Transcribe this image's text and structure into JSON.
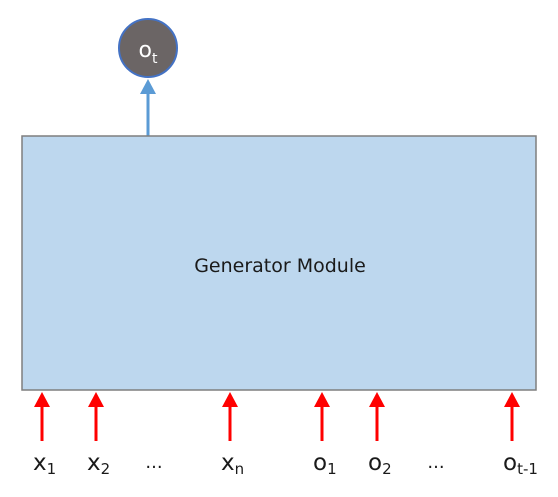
{
  "diagram": {
    "module": {
      "label": "Generator Module",
      "fill": "#bdd7ee",
      "stroke": "#7f7f7f"
    },
    "output": {
      "symbol": "o",
      "subscript": "t",
      "fill": "#6b6565",
      "stroke": "#4472c4",
      "arrow_color": "#5b9bd5"
    },
    "inputs": [
      {
        "symbol": "x",
        "subscript": "1"
      },
      {
        "symbol": "x",
        "subscript": "2"
      },
      {
        "symbol": "...",
        "subscript": ""
      },
      {
        "symbol": "x",
        "subscript": "n"
      },
      {
        "symbol": "o",
        "subscript": "1"
      },
      {
        "symbol": "o",
        "subscript": "2"
      },
      {
        "symbol": "...",
        "subscript": ""
      },
      {
        "symbol": "o",
        "subscript": "t-1"
      }
    ],
    "input_arrow_color": "#ff0000"
  }
}
